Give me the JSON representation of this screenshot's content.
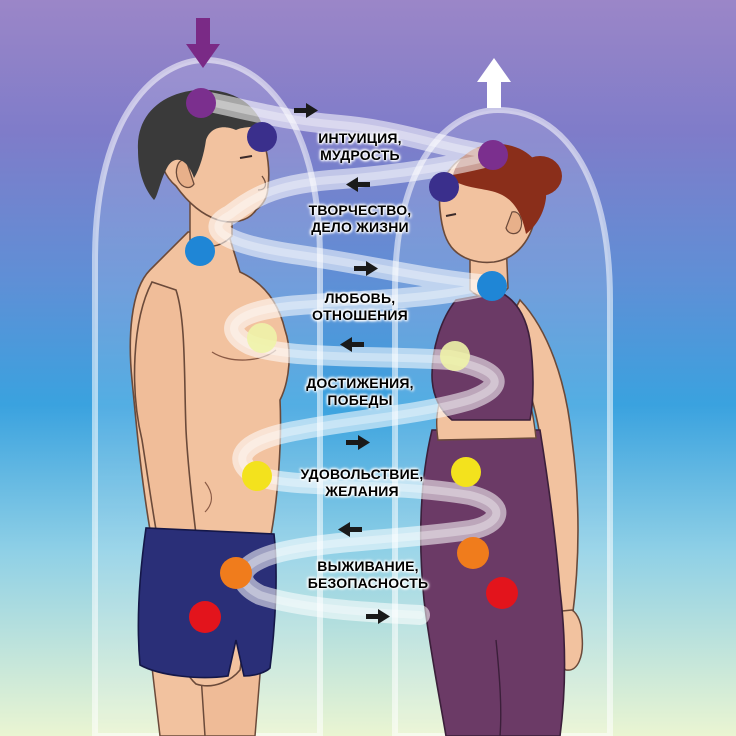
{
  "labels": [
    {
      "line1": "ИНТУИЦИЯ,",
      "line2": "МУДРОСТЬ"
    },
    {
      "line1": "ТВОРЧЕСТВО,",
      "line2": "ДЕЛО ЖИЗНИ"
    },
    {
      "line1": "ЛЮБОВЬ,",
      "line2": "ОТНОШЕНИЯ"
    },
    {
      "line1": "ДОСТИЖЕНИЯ,",
      "line2": "ПОБЕДЫ"
    },
    {
      "line1": "УДОВОЛЬСТВИЕ,",
      "line2": "ЖЕЛАНИЯ"
    },
    {
      "line1": "ВЫЖИВАНИЕ,",
      "line2": "БЕЗОПАСНОСТЬ"
    }
  ],
  "chakra_colors": {
    "crown": "#7b2f8e",
    "third_eye": "#3a2f8c",
    "throat": "#1f86d6",
    "heart": "#eef3a8",
    "solar_plexus": "#f3e21d",
    "sacral": "#f07c1c",
    "root": "#e3141c"
  },
  "arrows": {
    "down_arrow_color": "#7a2a86",
    "up_arrow_color": "#ffffff",
    "flow_directions": [
      "right",
      "left",
      "right",
      "left",
      "right",
      "left",
      "right"
    ]
  },
  "colors": {
    "bg_top": "#8f7fc6",
    "bg_mid": "#3d9ee0",
    "bg_bottom": "#e8f4d6",
    "skin": "#f2c29f",
    "man_hair": "#3a3a3a",
    "woman_hair": "#8a2e1a",
    "shorts": "#2a2f78",
    "outfit": "#6b3a66"
  }
}
